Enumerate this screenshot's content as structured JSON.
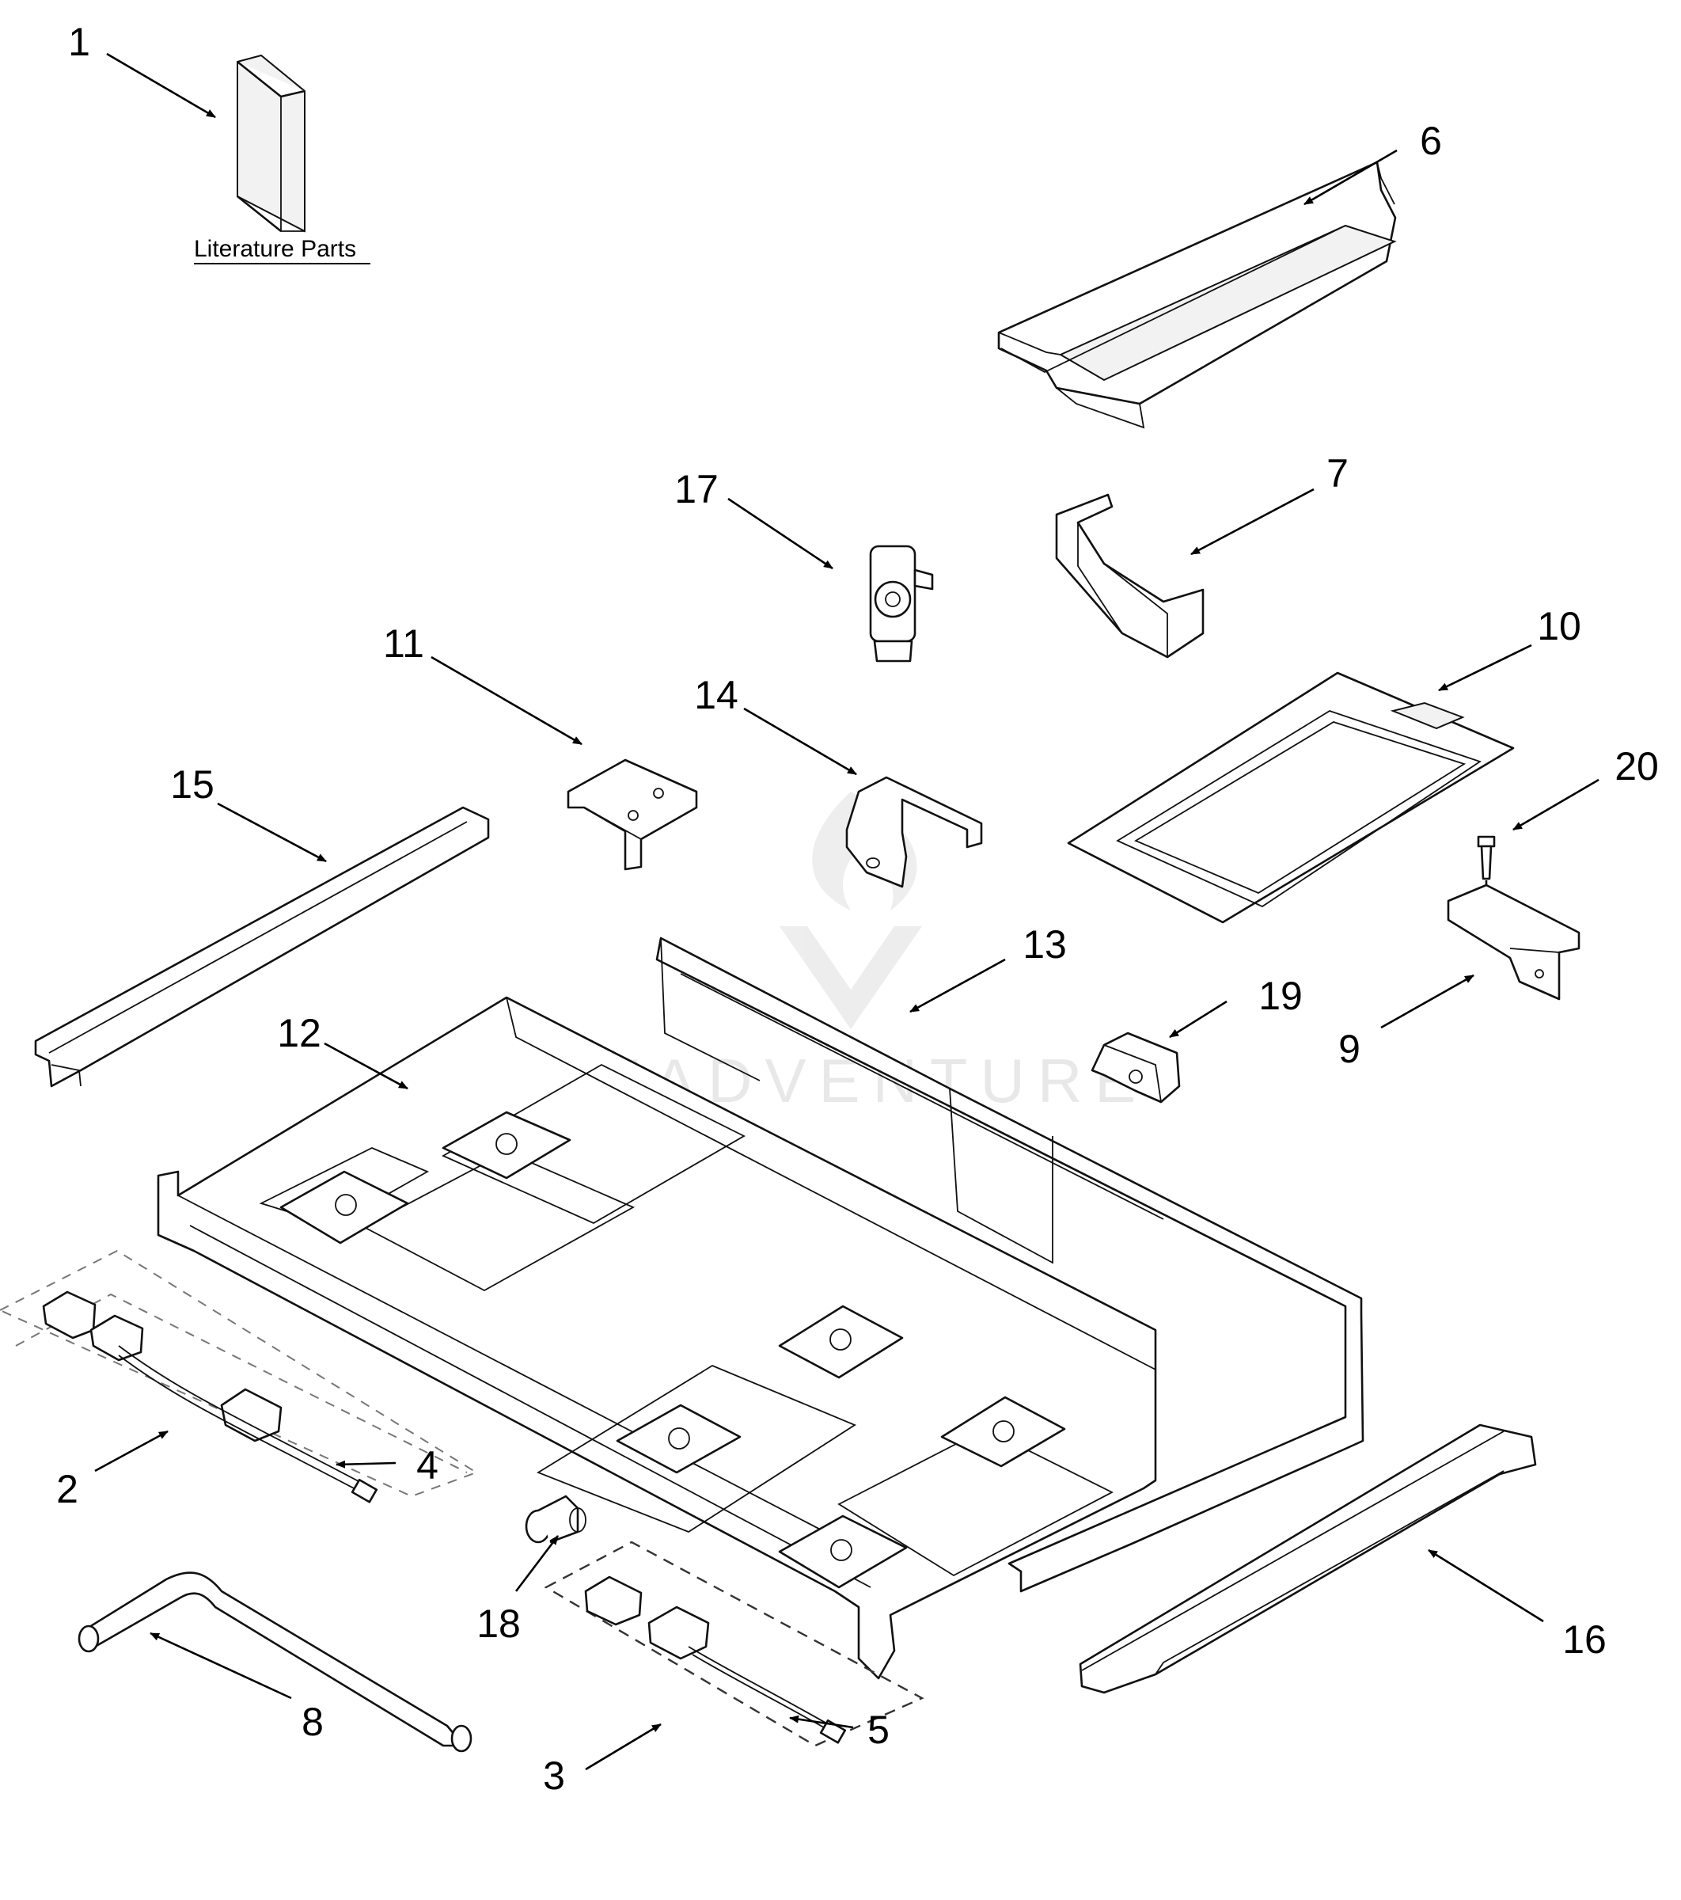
{
  "literature_caption": "Literature Parts",
  "callouts": [
    {
      "number": "1"
    },
    {
      "number": "2"
    },
    {
      "number": "3"
    },
    {
      "number": "4"
    },
    {
      "number": "5"
    },
    {
      "number": "6"
    },
    {
      "number": "7"
    },
    {
      "number": "8"
    },
    {
      "number": "9"
    },
    {
      "number": "10"
    },
    {
      "number": "11"
    },
    {
      "number": "12"
    },
    {
      "number": "13"
    },
    {
      "number": "14"
    },
    {
      "number": "15"
    },
    {
      "number": "16"
    },
    {
      "number": "17"
    },
    {
      "number": "18"
    },
    {
      "number": "19"
    },
    {
      "number": "20"
    }
  ],
  "watermark": {
    "text": "LEADVENTURE"
  },
  "colors": {
    "line": "#111111",
    "watermark": "#e6e6e6"
  }
}
